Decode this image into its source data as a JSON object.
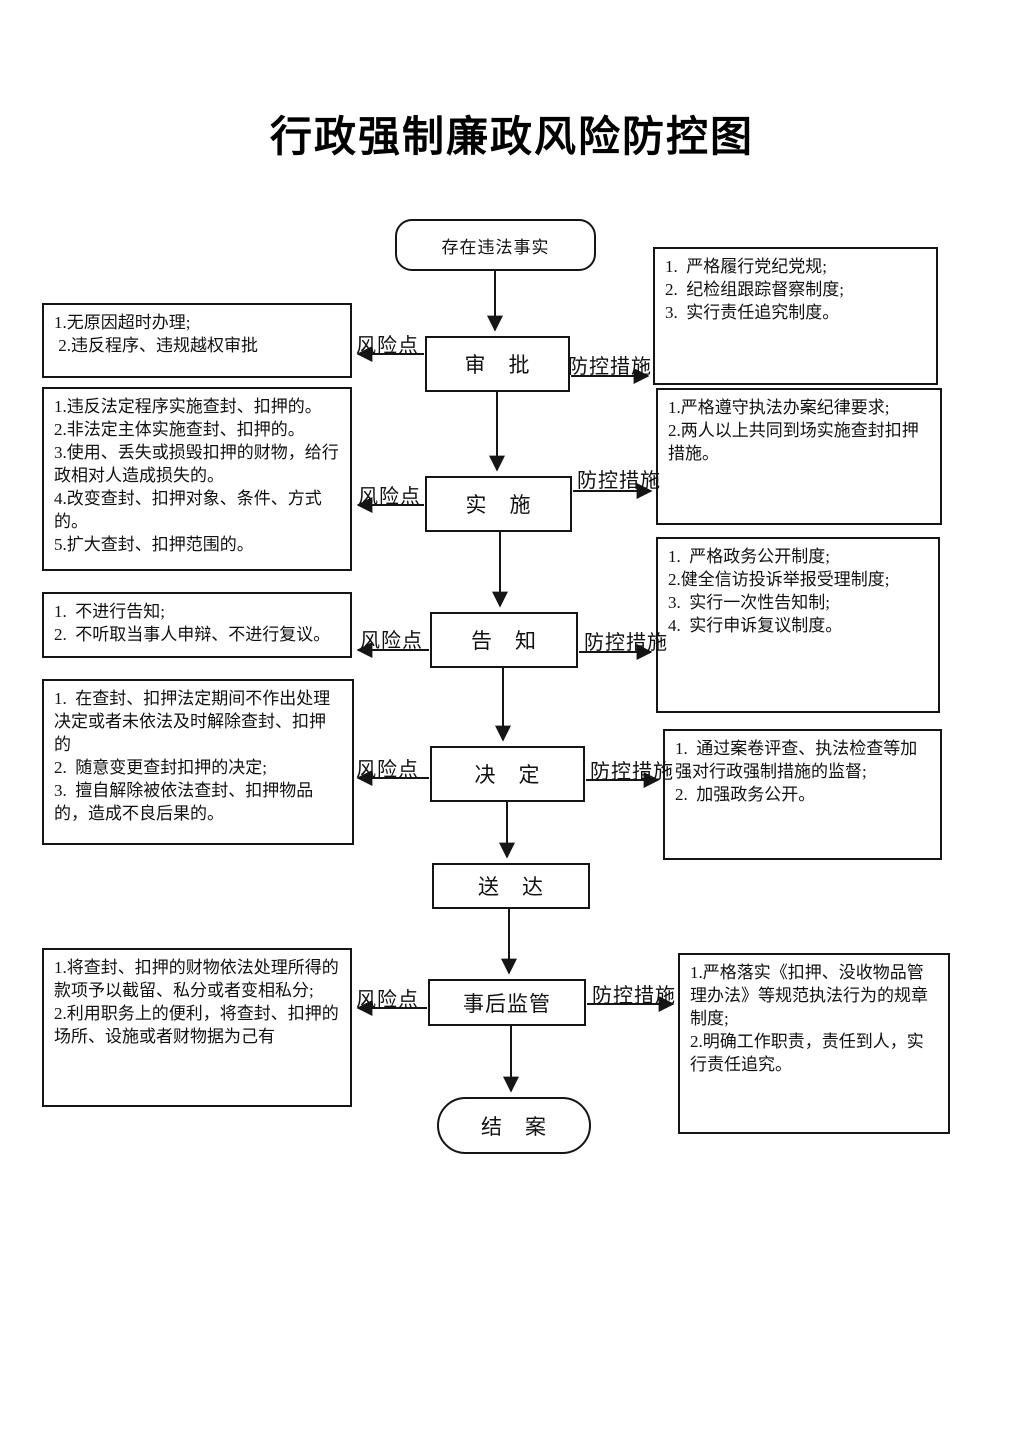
{
  "title": "行政强制廉政风险防控图",
  "arrow_labels": {
    "risk": "风险点",
    "control": "防控措施"
  },
  "flow": {
    "start": "存在违法事实",
    "steps": [
      "审　批",
      "实　施",
      "告　知",
      "决　定",
      "送　达",
      "事后监管"
    ],
    "end": "结　案"
  },
  "risk_boxes": [
    {
      "items": [
        "1.无原因超时办理;",
        " 2.违反程序、违规越权审批"
      ]
    },
    {
      "items": [
        "1.违反法定程序实施查封、扣押的。",
        "2.非法定主体实施查封、扣押的。",
        "3.使用、丢失或损毁扣押的财物，给行政相对人造成损失的。",
        "4.改变查封、扣押对象、条件、方式的。",
        "5.扩大查封、扣押范围的。"
      ]
    },
    {
      "items": [
        "1.  不进行告知;",
        "2.  不听取当事人申辩、不进行复议。"
      ]
    },
    {
      "items": [
        "1.  在查封、扣押法定期间不作出处理决定或者未依法及时解除查封、扣押的",
        "2.  随意变更查封扣押的决定;",
        "3.  擅自解除被依法查封、扣押物品的，造成不良后果的。"
      ]
    },
    {
      "items": [
        "1.将查封、扣押的财物依法处理所得的款项予以截留、私分或者变相私分;",
        "2.利用职务上的便利，将查封、扣押的场所、设施或者财物据为己有"
      ]
    }
  ],
  "control_boxes": [
    {
      "items": [
        "1.  严格履行党纪党规;",
        "2.  纪检组跟踪督察制度;",
        "3.  实行责任追究制度。"
      ]
    },
    {
      "items": [
        "1.严格遵守执法办案纪律要求;",
        "2.两人以上共同到场实施查封扣押措施。"
      ]
    },
    {
      "items": [
        "1.  严格政务公开制度;",
        "2.健全信访投诉举报受理制度;",
        "3.  实行一次性告知制;",
        "4.  实行申诉复议制度。"
      ]
    },
    {
      "items": [
        "1.  通过案卷评查、执法检查等加强对行政强制措施的监督;",
        "2.  加强政务公开。"
      ]
    },
    {
      "items": [
        "1.严格落实《扣押、没收物品管理办法》等规范执法行为的规章制度;",
        "2.明确工作职责，责任到人，实行责任追究。"
      ]
    }
  ]
}
